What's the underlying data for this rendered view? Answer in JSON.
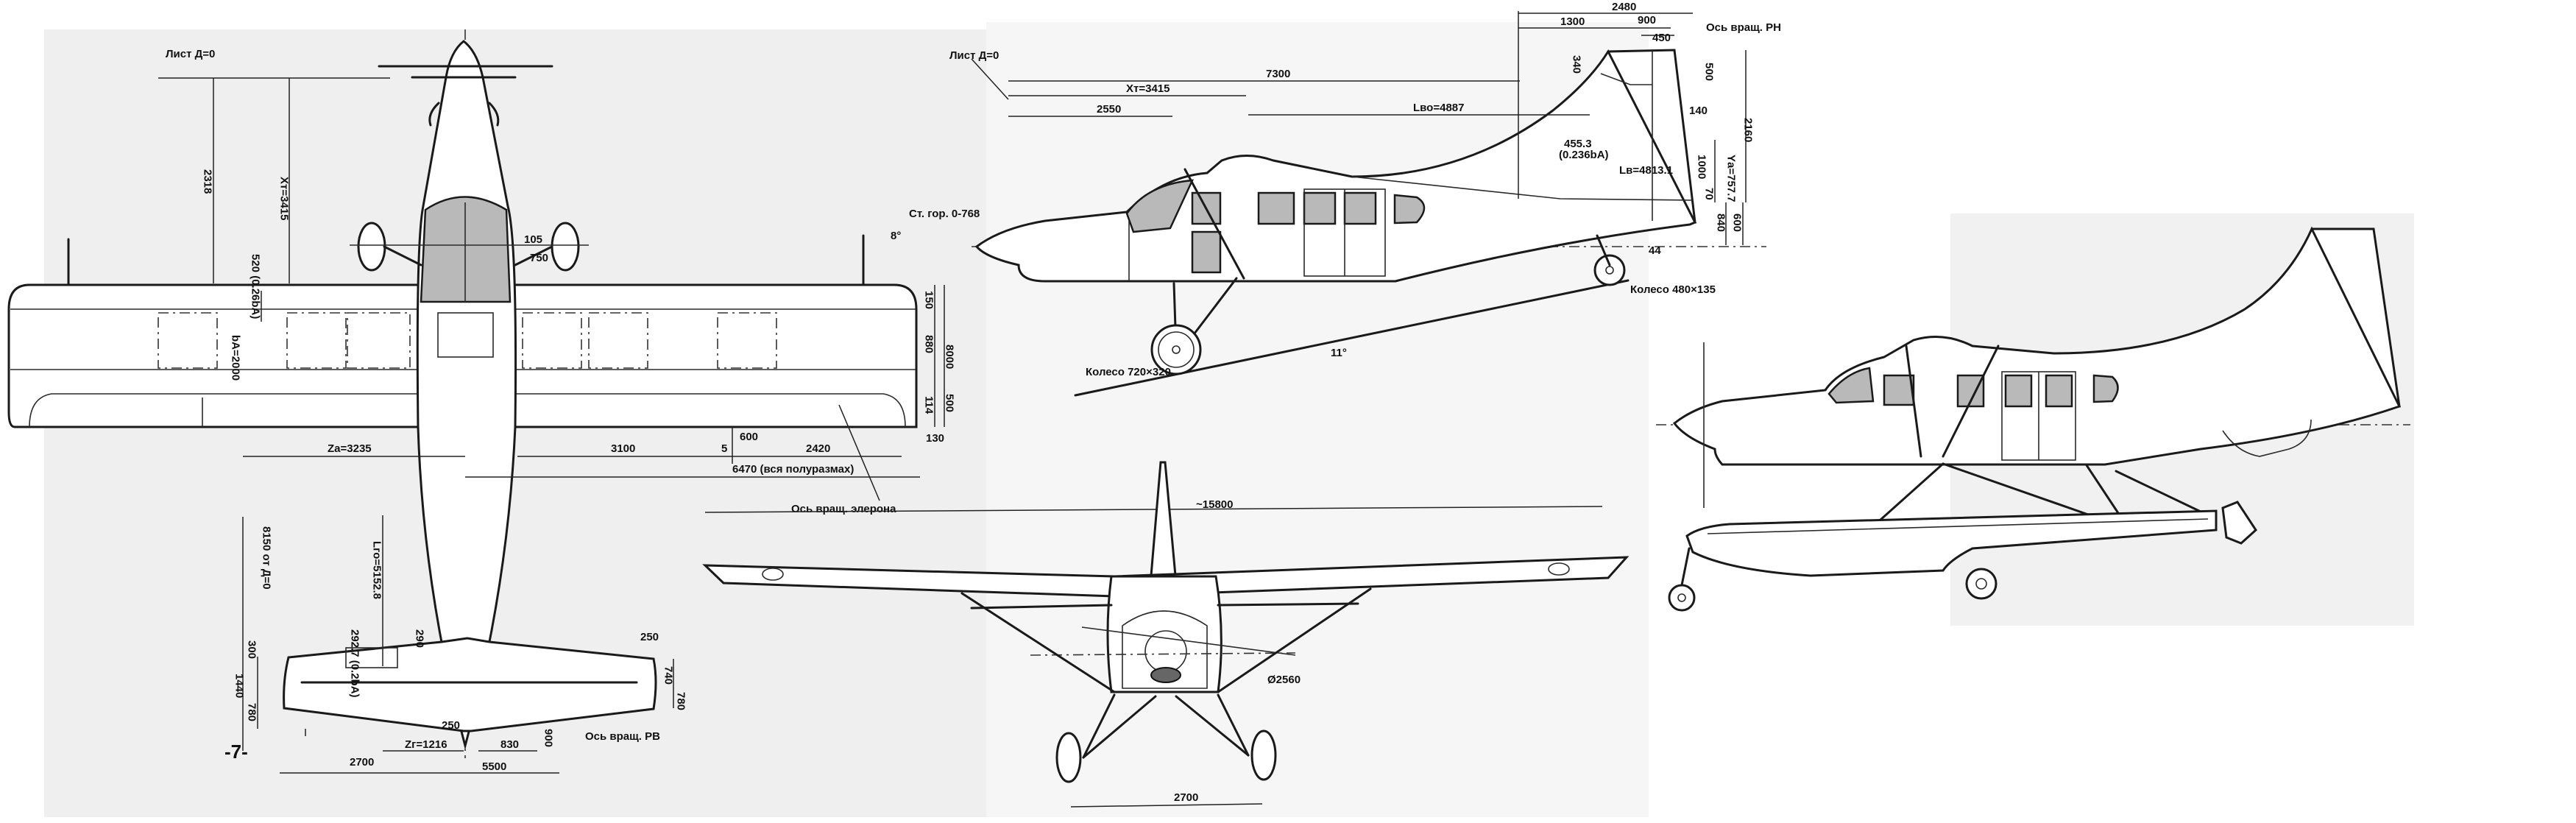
{
  "page_number": "-7-",
  "top_view": {
    "datum": "Лист Д=0",
    "d_2318": "2318",
    "xt": "Xт=3415",
    "d_520": "520 (0.26bA)",
    "ba": "bA=2000",
    "za": "Zа=3235",
    "d_3100": "3100",
    "d_2420": "2420",
    "d_600": "600",
    "d_6470": "6470 (вся полуразмах)",
    "aileron_axis": "Ось вращ. элерона",
    "d_150": "150",
    "d_880": "880",
    "d_8000": "8000",
    "d_500": "500",
    "d_114": "114",
    "d_130": "130",
    "d_5": "5",
    "d_105": "105",
    "d_750": "750"
  },
  "tail_view": {
    "d_8150": "8150 от Д=0",
    "lgo": "Lго=5152.8",
    "d_292": "292.7 (0.2bA)",
    "d_300": "300",
    "d_290": "290",
    "d_1440": "1440",
    "d_780a": "780",
    "d_780b": "780",
    "d_740": "740",
    "d_250": "250",
    "d_250b": "250",
    "zg": "Zг=1216",
    "d_830": "830",
    "d_2700": "2700",
    "d_5500": "5500",
    "d_900": "900",
    "elevator_axis": "Ось вращ. РВ"
  },
  "side_view": {
    "datum": "Лист Д=0",
    "d_7300": "7300",
    "xt": "Xт=3415",
    "d_2550": "2550",
    "lvo": "Lво=4887",
    "d_2480": "2480",
    "d_1300": "1300",
    "d_900": "900",
    "d_450": "450",
    "rudder_axis": "Ось вращ. РН",
    "d_340": "340",
    "d_500": "500",
    "d_2160": "2160",
    "d_1000": "1000",
    "ya": "Yа=757.7",
    "d_455": "455.3",
    "d_455b": "(0.236bA)",
    "lv": "Lв=4813.1",
    "d_140": "140",
    "d_70": "70",
    "d_840": "840",
    "d_600": "600",
    "d_44": "44",
    "tail_wheel": "Колесо 480×135",
    "main_wheel": "Колесо 720×320",
    "angle": "11°",
    "stab_label": "Ст. гор. 0-768",
    "incidence": "8°"
  },
  "front_view": {
    "span": "~15800",
    "prop_diameter": "Ø2560",
    "track": "2700"
  }
}
